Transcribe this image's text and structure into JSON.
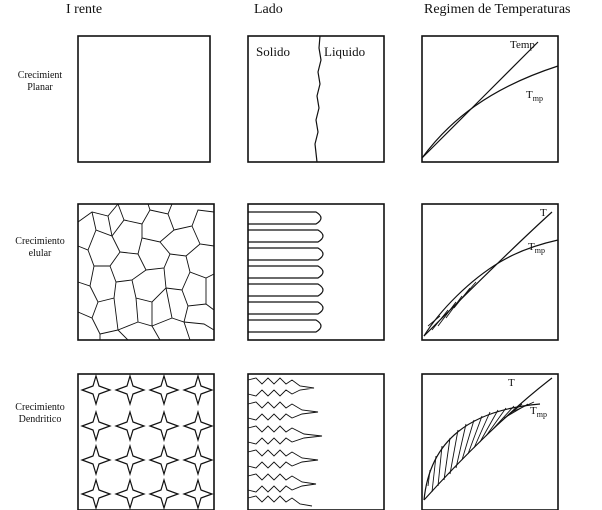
{
  "headers": {
    "front": "I rente",
    "side": "Lado",
    "temp": "Regimen de Temperaturas"
  },
  "rows": [
    {
      "label_line1": "Crecimient",
      "label_line2": "Planar"
    },
    {
      "label_line1": "Crecimiento",
      "label_line2": "elular"
    },
    {
      "label_line1": "Crecimiento",
      "label_line2": "Dendritico"
    }
  ],
  "planar_side": {
    "solid": "Solido",
    "liquid": "Liquido"
  },
  "temp_labels": {
    "planar_temp": "Temp",
    "planar_tmp": "T",
    "planar_tmp_sub": "mp",
    "cell_t": "T",
    "cell_tmp": "T",
    "cell_tmp_sub": "mp",
    "dend_t": "T",
    "dend_tmp": "T",
    "dend_tmp_sub": "mp"
  }
}
